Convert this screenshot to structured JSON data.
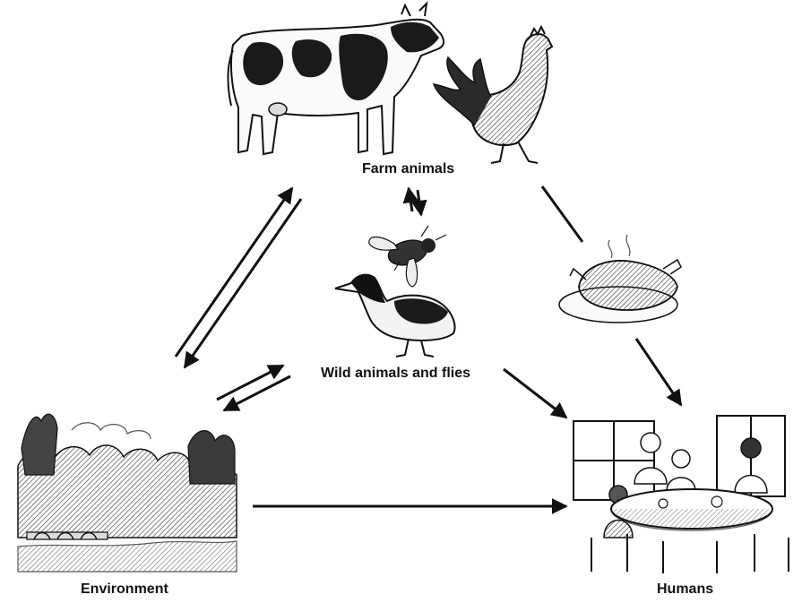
{
  "nodes": {
    "farm_animals": {
      "label": "Farm animals",
      "icons": [
        "cow-icon",
        "rooster-icon"
      ]
    },
    "wild_animals": {
      "label": "Wild animals and flies",
      "icons": [
        "fly-icon",
        "duck-icon"
      ]
    },
    "environment": {
      "label": "Environment",
      "icons": [
        "landscape-icon"
      ]
    },
    "humans": {
      "label": "Humans",
      "icons": [
        "family-dinner-icon"
      ]
    },
    "food": {
      "icons": [
        "roast-chicken-icon"
      ]
    }
  },
  "edges": [
    {
      "from": "environment",
      "to": "farm_animals",
      "style": "double-bidirectional"
    },
    {
      "from": "environment",
      "to": "wild_animals",
      "style": "double-bidirectional"
    },
    {
      "from": "farm_animals",
      "to": "wild_animals",
      "style": "bidirectional"
    },
    {
      "from": "farm_animals",
      "to": "humans",
      "style": "single",
      "via": "food"
    },
    {
      "from": "wild_animals",
      "to": "humans",
      "style": "single"
    },
    {
      "from": "environment",
      "to": "humans",
      "style": "single"
    }
  ],
  "colors": {
    "ink": "#111111",
    "background": "#ffffff"
  }
}
